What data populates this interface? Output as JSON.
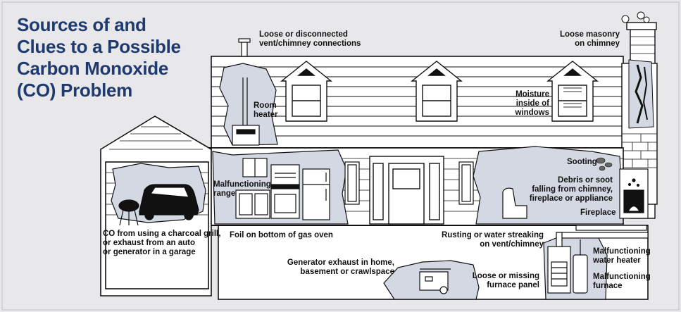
{
  "title": {
    "lines": [
      "Sources of and",
      "Clues to a Possible",
      "Carbon Monoxide",
      "(CO) Problem"
    ]
  },
  "colors": {
    "panel_background": "#e8e8ea",
    "title_color": "#1f3a6e",
    "cutaway_fill": "#d3d8e3",
    "line_color": "#111111"
  },
  "labels": {
    "vent_connections": [
      "Loose or disconnected",
      "vent/chimney connections"
    ],
    "masonry": [
      "Loose masonry",
      "on chimney"
    ],
    "room_heater": [
      "Room",
      "heater"
    ],
    "moisture": [
      "Moisture",
      "inside of",
      "windows"
    ],
    "sooting": "Sooting",
    "debris": [
      "Debris or soot",
      "falling from chimney,",
      "fireplace or appliance"
    ],
    "fireplace": "Fireplace",
    "range": [
      "Malfunctioning",
      "range"
    ],
    "garage": [
      "CO from using a charcoal grill,",
      "or exhaust from an auto",
      "or generator in a garage"
    ],
    "foil": "Foil on bottom of gas oven",
    "rusting": [
      "Rusting or water streaking",
      "on vent/chimney"
    ],
    "generator": [
      "Generator exhaust in home,",
      "basement or crawlspace"
    ],
    "furnace_panel": [
      "Loose or missing",
      "furnace panel"
    ],
    "water_heater": [
      "Malfunctioning",
      "water heater"
    ],
    "furnace": [
      "Malfunctioning",
      "furnace"
    ]
  }
}
